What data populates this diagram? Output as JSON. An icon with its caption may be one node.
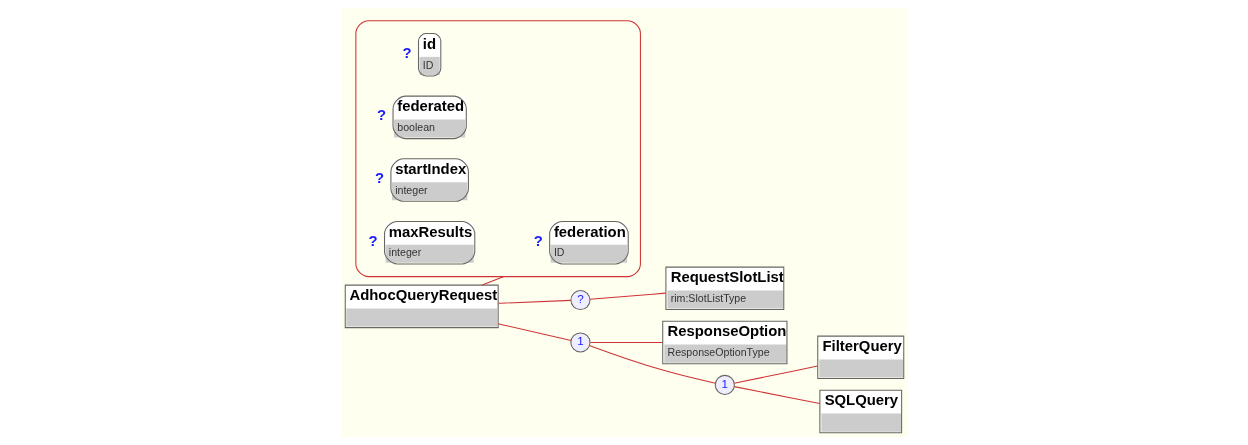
{
  "diagram": {
    "nodes": [
      {
        "text": [
          "AdhocQueryRequest"
        ]
      },
      {
        "text": [],
        "shape": "box"
      },
      {
        "text": [
          "id",
          "ID"
        ],
        "in": 1,
        "beside": [
          "?"
        ]
      },
      {
        "text": [
          "federated",
          "boolean"
        ],
        "in": 1,
        "beside": [
          "?"
        ]
      },
      {
        "text": [
          "federation",
          "ID"
        ],
        "in": 1,
        "beside": [
          "?"
        ]
      },
      {
        "text": [
          "startIndex",
          "integer"
        ],
        "in": 1,
        "beside": [
          "?"
        ]
      },
      {
        "text": [
          "maxResults",
          "integer"
        ],
        "in": 1,
        "beside": [
          "?"
        ]
      },
      {
        "text": [
          "?"
        ]
      },
      {
        "text": [
          "RequestSlotList",
          "rim:SlotListType"
        ]
      },
      {
        "text": [
          "1"
        ]
      },
      {
        "text": [
          "ResponseOption",
          "ResponseOptionType"
        ]
      },
      {
        "text": [
          "1"
        ]
      },
      {
        "text": [
          "FilterQuery"
        ]
      },
      {
        "text": [
          "SQLQuery"
        ]
      }
    ],
    "edges": [
      {
        "from": 0,
        "to": 1,
        "arrow": "none"
      },
      {
        "from": 0,
        "to": 7,
        "arrow": "none"
      },
      {
        "from": 7,
        "to": 8,
        "arrow": "none"
      },
      {
        "from": 0,
        "to": 9,
        "arrow": "none"
      },
      {
        "from": 9,
        "to": 10,
        "arrow": "none"
      },
      {
        "from": 9,
        "to": 11,
        "arrow": "none"
      },
      {
        "from": 11,
        "to": 12,
        "arrow": "none"
      },
      {
        "from": 11,
        "to": 13,
        "arrow": "none"
      }
    ]
  }
}
